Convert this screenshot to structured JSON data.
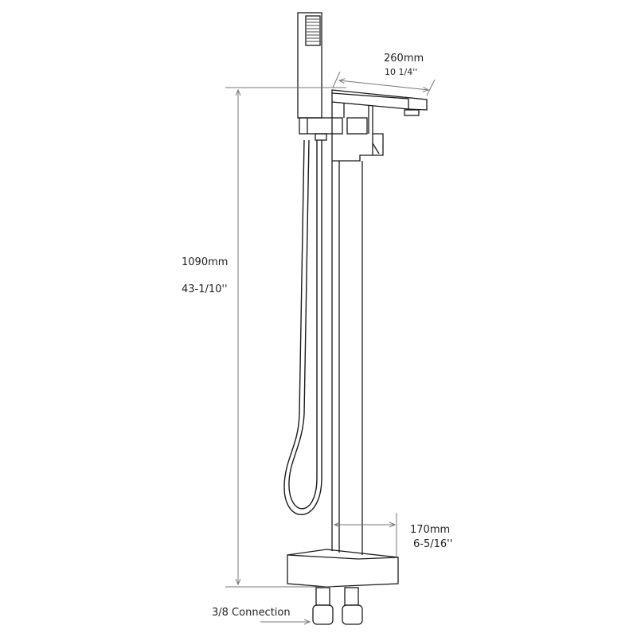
{
  "dimensions": {
    "spout_length": {
      "metric": "260mm",
      "imperial": "10 1/4''"
    },
    "height": {
      "metric": "1090mm",
      "imperial": "43-1/10''"
    },
    "base_offset": {
      "metric": "170mm",
      "imperial": "6-5/16''"
    },
    "connection": "3/8  Connection"
  },
  "colors": {
    "line": "#1a1a1a",
    "dimension": "#777777"
  }
}
